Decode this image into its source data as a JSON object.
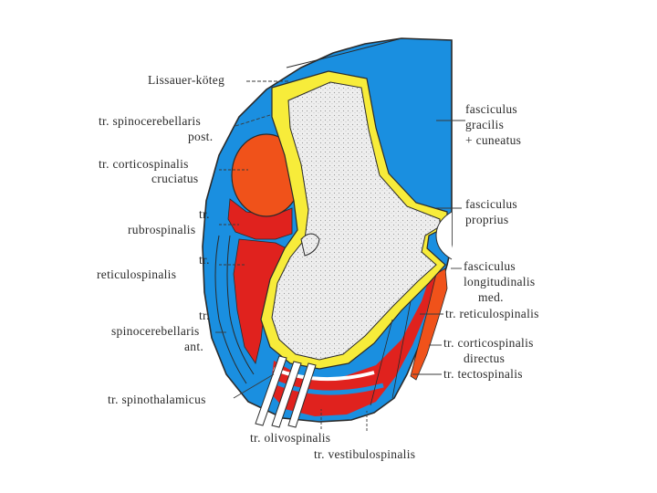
{
  "labels": {
    "lissauer": "Lissauer-köteg",
    "spinocerebellaris_post_1": "tr. spinocerebellaris",
    "spinocerebellaris_post_2": "post.",
    "corticospinalis_cruc_1": "tr. corticospinalis",
    "corticospinalis_cruc_2": "cruciatus",
    "rubrospinalis_1": "tr.",
    "rubrospinalis_2": "rubrospinalis",
    "reticulospinalis_l_1": "tr.",
    "reticulospinalis_l_2": "reticulospinalis",
    "spinocerebellaris_ant_1": "tr.",
    "spinocerebellaris_ant_2": "spinocerebellaris",
    "spinocerebellaris_ant_3": "ant.",
    "spinothalamicus": "tr. spinothalamicus",
    "olivospinalis": "tr. olivospinalis",
    "vestibulospinalis": "tr. vestibulospinalis",
    "gracilis_1": "fasciculus",
    "gracilis_2": "gracilis",
    "gracilis_3": "+ cuneatus",
    "proprius_1": "fasciculus",
    "proprius_2": "proprius",
    "longitudinalis_1": "fasciculus",
    "longitudinalis_2": "longitudinalis",
    "longitudinalis_3": "med.",
    "reticulospinalis_r": "tr. reticulospinalis",
    "corticospinalis_dir_1": "tr. corticospinalis",
    "corticospinalis_dir_2": "directus",
    "tectospinalis": "tr. tectospinalis"
  },
  "colors": {
    "ascending": "#1a8fe0",
    "descending": "#e0221e",
    "corticospinal": "#f0521a",
    "proprius": "#f7ec3a",
    "gray_matter": "#ececec",
    "outline": "#2a2a2a"
  }
}
